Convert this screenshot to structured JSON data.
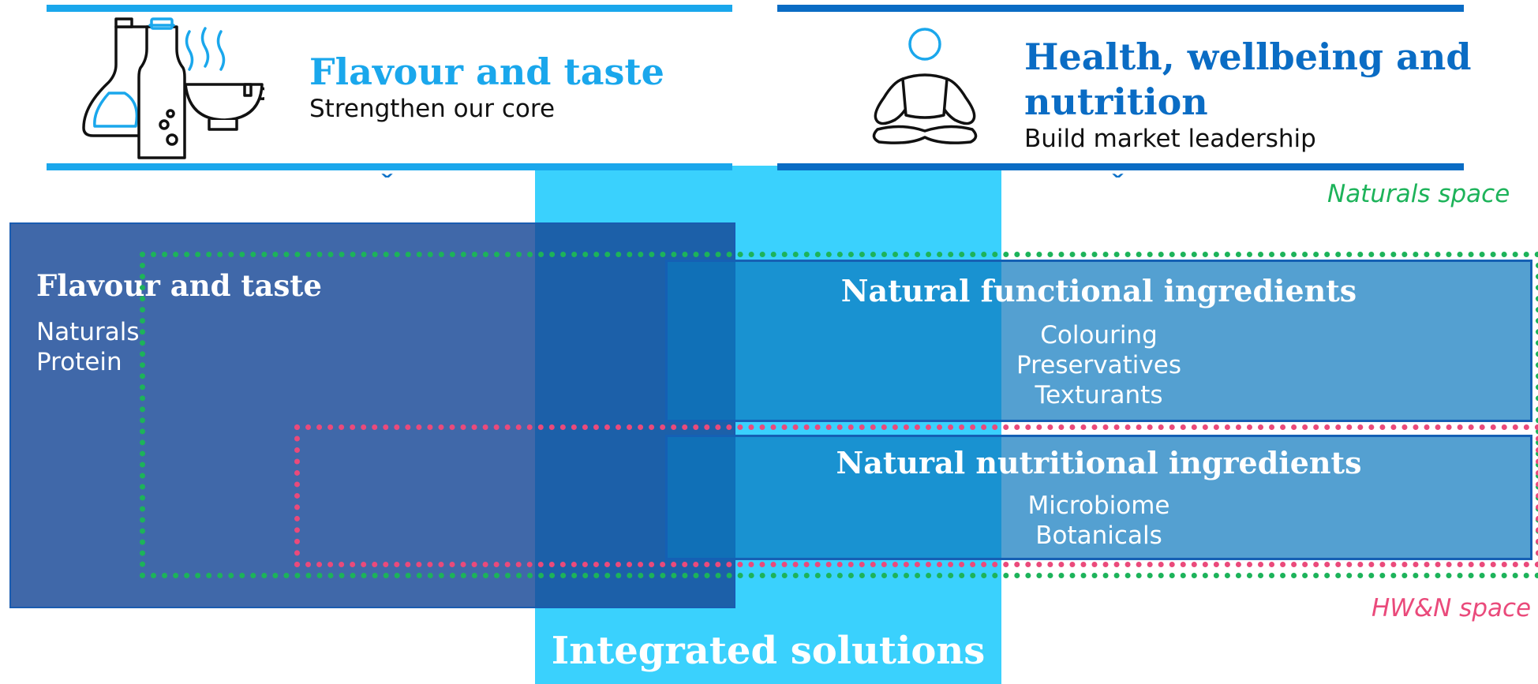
{
  "colors": {
    "light_blue": "#1aa7ec",
    "dark_blue": "#0a6cc4",
    "cyan_column": "#3ad1fd",
    "navy_box": "#164796",
    "naturals_green": "#1db35a",
    "hwn_pink": "#ea4a7b"
  },
  "left_header": {
    "icon": "bottles-and-bowl-icon",
    "title": "Flavour and taste",
    "subtitle": "Strengthen our core"
  },
  "right_header": {
    "icon": "meditating-person-icon",
    "title_line1": "Health, wellbeing and",
    "title_line2": "nutrition",
    "subtitle": "Build market leadership"
  },
  "chevron_icon": "chevron-down-icon",
  "naturals_space_label": "Naturals space",
  "hwn_space_label": "HW&N space",
  "flavour_box": {
    "title": "Flavour and taste",
    "items": [
      "Naturals",
      "Protein"
    ]
  },
  "functional_box": {
    "title": "Natural functional ingredients",
    "items": [
      "Colouring",
      "Preservatives",
      "Texturants"
    ]
  },
  "nutritional_box": {
    "title": "Natural nutritional ingredients",
    "items": [
      "Microbiome",
      "Botanicals"
    ]
  },
  "integrated_label": "Integrated solutions"
}
